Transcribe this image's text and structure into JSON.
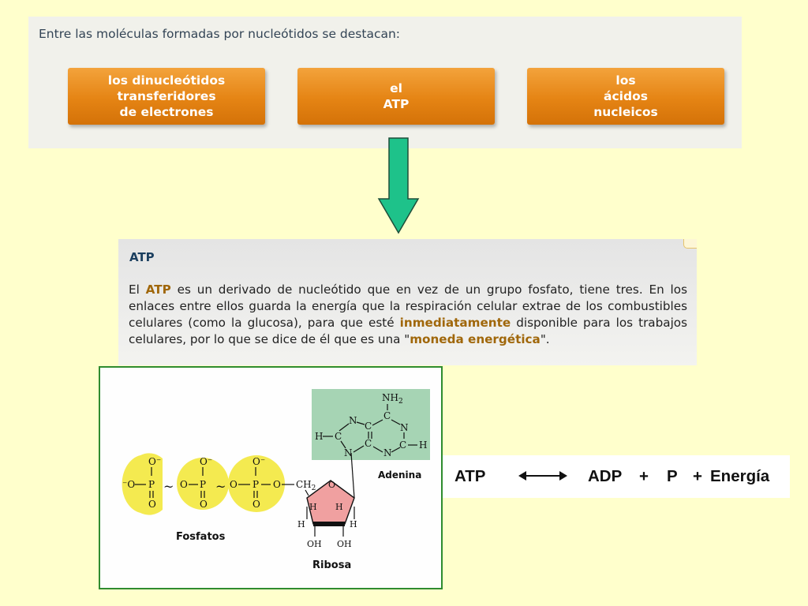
{
  "intro_text": "Entre las moléculas formadas por nucleótidos se destacan:",
  "options": [
    {
      "lines": [
        "los dinucleótidos",
        "transferidores",
        "de electrones"
      ]
    },
    {
      "lines": [
        "el",
        "ATP"
      ]
    },
    {
      "lines": [
        "los",
        "ácidos",
        "nucleicos"
      ]
    }
  ],
  "atp_panel": {
    "title": "ATP",
    "t1": "El ",
    "t2": "ATP",
    "t3": " es un derivado de nucleótido que en vez de un grupo fosfato, tiene tres.  En los enlaces entre ellos guarda la energía que la respiración celular extrae de los combustibles celulares (como la glucosa), para que esté ",
    "t4": "inmediatamente",
    "t5": " disponible para los trabajos celulares, por lo que se dice de él que es una \"",
    "t6": "moneda energética",
    "t7": "\"."
  },
  "diagram": {
    "label_fosfatos": "Fosfatos",
    "label_adenina": "Adenina",
    "label_ribosa": "Ribosa",
    "atoms": {
      "O": "O",
      "O_minus": "O⁻",
      "minus_O": "⁻O",
      "P": "P",
      "tilde": "~",
      "CH2": "CH",
      "sub2": "2",
      "H": "H",
      "OH": "OH",
      "N": "N",
      "C": "C",
      "NH": "NH"
    },
    "colors": {
      "phosphate": "#f4ea50",
      "ribose": "#f0a0a0",
      "adenine": "#a6d4b4"
    }
  },
  "equation": {
    "left": "ATP",
    "right1": "ADP",
    "plus1": "+",
    "p": "P",
    "plus2": "+",
    "energy": "Energía"
  },
  "colors": {
    "button": "#e8891c",
    "arrow": "#1ec28a",
    "frame": "#2f8c2f",
    "highlight": "#a0670a"
  }
}
